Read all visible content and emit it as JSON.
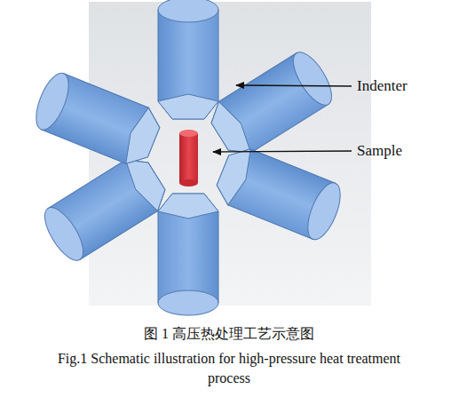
{
  "diagram": {
    "caption": "图 1 高压热处理工艺示意图",
    "labels": [
      "Indenter",
      "Sample",
      "Fig.1 Schematic illustration for high-pressure heat treatment process"
    ]
  }
}
